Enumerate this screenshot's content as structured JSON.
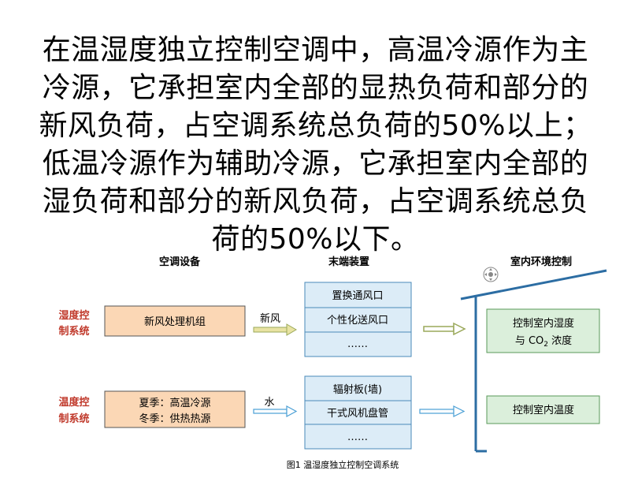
{
  "paragraph": {
    "lines": [
      "在温湿度独立控制空调中，高温冷源作为主",
      "冷源，它承担室内全部的显热负荷和部分的",
      "新风负荷，占空调系统总负荷的50%以上；",
      "低温冷源作为辅助冷源，它承担室内全部的",
      "湿负荷和部分的新风负荷，占空调系统总负",
      "荷的50%以下。"
    ]
  },
  "diagram": {
    "headers": {
      "equipment": "空调设备",
      "terminal": "末端装置",
      "indoor": "室内环境控制"
    },
    "humidity_system": {
      "line1": "湿度控",
      "line2": "制系统"
    },
    "temperature_system": {
      "line1": "温度控",
      "line2": "制系统"
    },
    "fresh_air_unit": "新风处理机组",
    "fresh_air_label": "新风",
    "source": {
      "summer": "夏季：高温冷源",
      "winter": "冬季：供热热源"
    },
    "water_label": "水",
    "terminal_top": [
      "置换通风口",
      "个性化送风口",
      "……"
    ],
    "terminal_bottom": [
      "辐射板(墙)",
      "干式风机盘管",
      "……"
    ],
    "indoor_humidity": {
      "line1": "控制室内湿度",
      "line2_prefix": "与 CO",
      "line2_sub": "2",
      "line2_suffix": " 浓度"
    },
    "indoor_temperature": "控制室内温度",
    "caption": "图1 温湿度独立控制空调系统",
    "colors": {
      "orange_box": "#fbd7b5",
      "blue_box": "#dcecf7",
      "green_box": "#dbefdb",
      "red_label": "#c0392b"
    }
  }
}
